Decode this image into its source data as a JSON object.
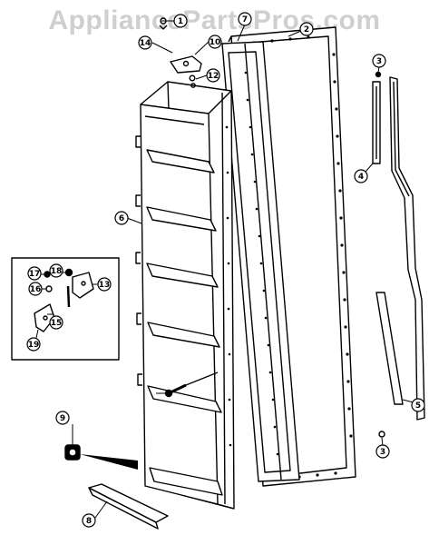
{
  "watermark": "AppliancePartsPros.com",
  "colors": {
    "line": "#000000",
    "paper": "#ffffff",
    "watermark": "#cfcfcf"
  },
  "callouts": [
    {
      "id": "c1",
      "label": "1"
    },
    {
      "id": "c2",
      "label": "2"
    },
    {
      "id": "c3a",
      "label": "3"
    },
    {
      "id": "c3b",
      "label": "3"
    },
    {
      "id": "c4",
      "label": "4"
    },
    {
      "id": "c5",
      "label": "5"
    },
    {
      "id": "c6",
      "label": "6"
    },
    {
      "id": "c7",
      "label": "7"
    },
    {
      "id": "c8",
      "label": "8"
    },
    {
      "id": "c9",
      "label": "9"
    },
    {
      "id": "c10",
      "label": "10"
    },
    {
      "id": "c12",
      "label": "12"
    },
    {
      "id": "c13",
      "label": "13"
    },
    {
      "id": "c14",
      "label": "14"
    },
    {
      "id": "c15",
      "label": "15"
    },
    {
      "id": "c16",
      "label": "16"
    },
    {
      "id": "c17",
      "label": "17"
    },
    {
      "id": "c18",
      "label": "18"
    },
    {
      "id": "c19",
      "label": "19"
    }
  ]
}
